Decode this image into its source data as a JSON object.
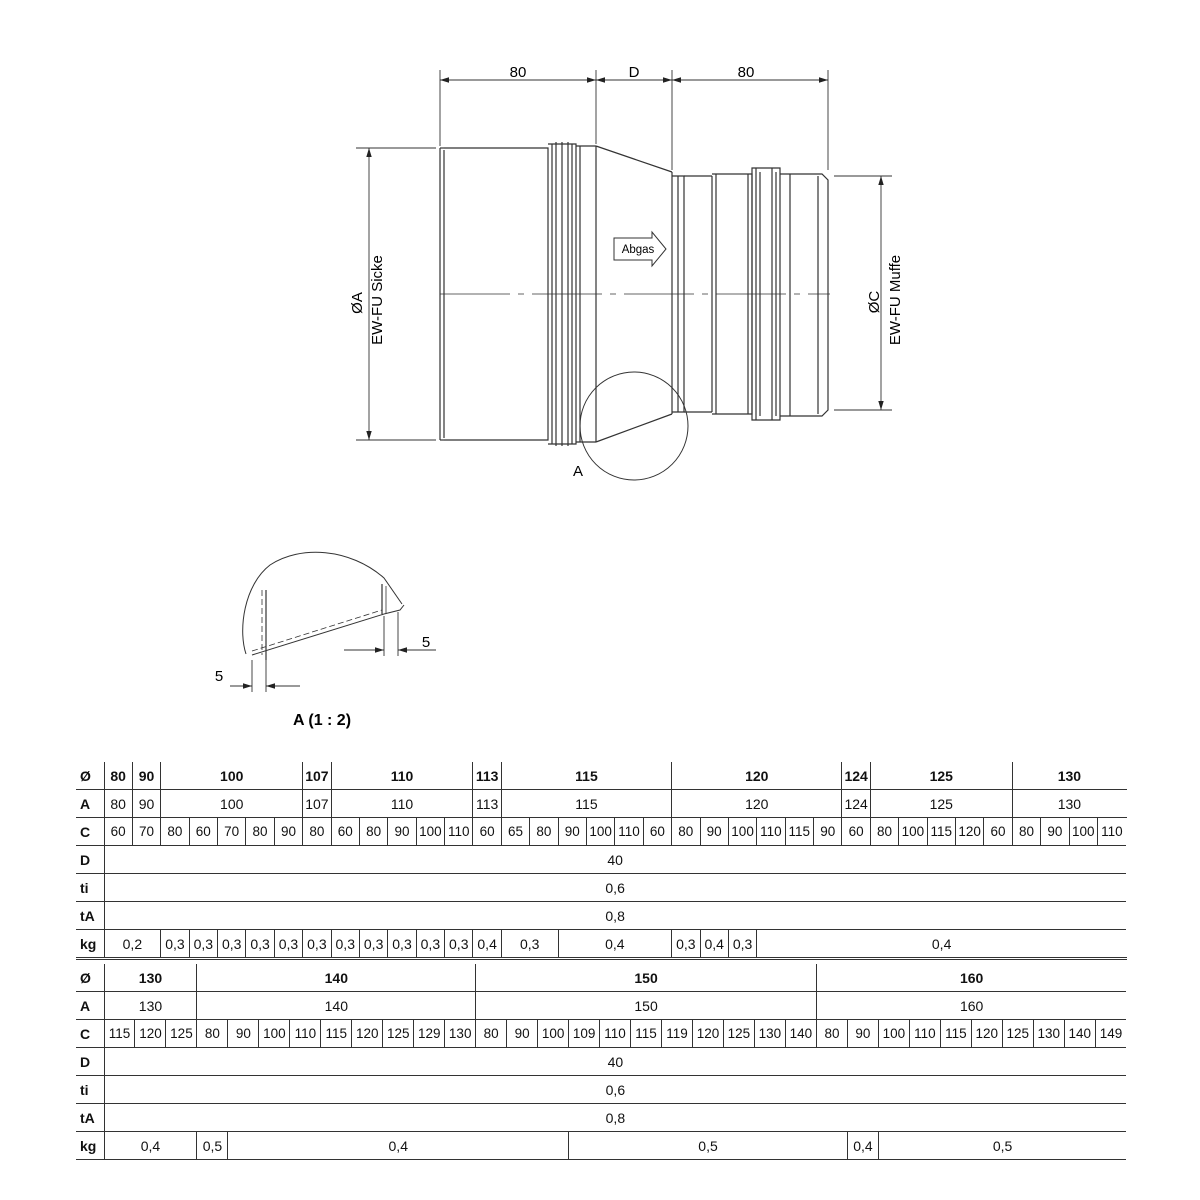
{
  "drawing": {
    "dim_top_left": "80",
    "dim_top_middle": "D",
    "dim_top_right": "80",
    "label_phi_a": "ØA",
    "label_left_part": "EW-FU Sicke",
    "label_phi_c": "ØC",
    "label_right_part": "EW-FU Muffe",
    "flow_label": "Abgas",
    "detail_marker": "A",
    "detail_dim_left": "5",
    "detail_dim_right": "5",
    "detail_title": "A (1 : 2)"
  },
  "tables": [
    {
      "rows": [
        {
          "label": "Ø",
          "bold": true,
          "cells": [
            {
              "t": "80",
              "s": 1
            },
            {
              "t": "90",
              "s": 1
            },
            {
              "t": "100",
              "s": 5
            },
            {
              "t": "107",
              "s": 1
            },
            {
              "t": "110",
              "s": 5
            },
            {
              "t": "113",
              "s": 1
            },
            {
              "t": "115",
              "s": 6
            },
            {
              "t": "120",
              "s": 6
            },
            {
              "t": "124",
              "s": 1
            },
            {
              "t": "125",
              "s": 5
            },
            {
              "t": "130",
              "s": 5
            }
          ]
        },
        {
          "label": "A",
          "bold": false,
          "cells": [
            {
              "t": "80",
              "s": 1
            },
            {
              "t": "90",
              "s": 1
            },
            {
              "t": "100",
              "s": 5
            },
            {
              "t": "107",
              "s": 1
            },
            {
              "t": "110",
              "s": 5
            },
            {
              "t": "113",
              "s": 1
            },
            {
              "t": "115",
              "s": 6
            },
            {
              "t": "120",
              "s": 6
            },
            {
              "t": "124",
              "s": 1
            },
            {
              "t": "125",
              "s": 5
            },
            {
              "t": "130",
              "s": 5
            }
          ]
        },
        {
          "label": "C",
          "bold": false,
          "cells": [
            {
              "t": "60",
              "s": 1
            },
            {
              "t": "70",
              "s": 1
            },
            {
              "t": "80",
              "s": 1
            },
            {
              "t": "60",
              "s": 1
            },
            {
              "t": "70",
              "s": 1
            },
            {
              "t": "80",
              "s": 1
            },
            {
              "t": "90",
              "s": 1
            },
            {
              "t": "80",
              "s": 1
            },
            {
              "t": "60",
              "s": 1
            },
            {
              "t": "80",
              "s": 1
            },
            {
              "t": "90",
              "s": 1
            },
            {
              "t": "100",
              "s": 1
            },
            {
              "t": "110",
              "s": 1
            },
            {
              "t": "60",
              "s": 1
            },
            {
              "t": "65",
              "s": 1
            },
            {
              "t": "80",
              "s": 1
            },
            {
              "t": "90",
              "s": 1
            },
            {
              "t": "100",
              "s": 1
            },
            {
              "t": "110",
              "s": 1
            },
            {
              "t": "60",
              "s": 1
            },
            {
              "t": "80",
              "s": 1
            },
            {
              "t": "90",
              "s": 1
            },
            {
              "t": "100",
              "s": 1
            },
            {
              "t": "110",
              "s": 1
            },
            {
              "t": "115",
              "s": 1
            },
            {
              "t": "90",
              "s": 1
            },
            {
              "t": "60",
              "s": 1
            },
            {
              "t": "80",
              "s": 1
            },
            {
              "t": "100",
              "s": 1
            },
            {
              "t": "115",
              "s": 1
            },
            {
              "t": "120",
              "s": 1
            },
            {
              "t": "60",
              "s": 1
            },
            {
              "t": "80",
              "s": 1
            },
            {
              "t": "90",
              "s": 1
            },
            {
              "t": "100",
              "s": 1
            },
            {
              "t": "110",
              "s": 1
            }
          ]
        },
        {
          "label": "D",
          "bold": false,
          "cells": [
            {
              "t": "40",
              "s": 36
            }
          ]
        },
        {
          "label": "ti",
          "bold": false,
          "cells": [
            {
              "t": "0,6",
              "s": 36
            }
          ]
        },
        {
          "label": "tA",
          "bold": false,
          "cells": [
            {
              "t": "0,8",
              "s": 36
            }
          ]
        },
        {
          "label": "kg",
          "bold": false,
          "cells": [
            {
              "t": "0,2",
              "s": 2
            },
            {
              "t": "0,3",
              "s": 1
            },
            {
              "t": "0,3",
              "s": 1
            },
            {
              "t": "0,3",
              "s": 1
            },
            {
              "t": "0,3",
              "s": 1
            },
            {
              "t": "0,3",
              "s": 1
            },
            {
              "t": "0,3",
              "s": 1
            },
            {
              "t": "0,3",
              "s": 1
            },
            {
              "t": "0,3",
              "s": 1
            },
            {
              "t": "0,3",
              "s": 1
            },
            {
              "t": "0,3",
              "s": 1
            },
            {
              "t": "0,3",
              "s": 1
            },
            {
              "t": "0,4",
              "s": 1
            },
            {
              "t": "0,3",
              "s": 2
            },
            {
              "t": "0,4",
              "s": 4
            },
            {
              "t": "0,3",
              "s": 1
            },
            {
              "t": "0,4",
              "s": 1
            },
            {
              "t": "0,3",
              "s": 1
            },
            {
              "t": "0,4",
              "s": 14
            }
          ]
        }
      ]
    },
    {
      "rows": [
        {
          "label": "Ø",
          "bold": true,
          "cells": [
            {
              "t": "130",
              "s": 3
            },
            {
              "t": "140",
              "s": 9
            },
            {
              "t": "150",
              "s": 11
            },
            {
              "t": "160",
              "s": 10
            }
          ]
        },
        {
          "label": "A",
          "bold": false,
          "cells": [
            {
              "t": "130",
              "s": 3
            },
            {
              "t": "140",
              "s": 9
            },
            {
              "t": "150",
              "s": 11
            },
            {
              "t": "160",
              "s": 10
            }
          ]
        },
        {
          "label": "C",
          "bold": false,
          "cells": [
            {
              "t": "115",
              "s": 1
            },
            {
              "t": "120",
              "s": 1
            },
            {
              "t": "125",
              "s": 1
            },
            {
              "t": "80",
              "s": 1
            },
            {
              "t": "90",
              "s": 1
            },
            {
              "t": "100",
              "s": 1
            },
            {
              "t": "110",
              "s": 1
            },
            {
              "t": "115",
              "s": 1
            },
            {
              "t": "120",
              "s": 1
            },
            {
              "t": "125",
              "s": 1
            },
            {
              "t": "129",
              "s": 1
            },
            {
              "t": "130",
              "s": 1
            },
            {
              "t": "80",
              "s": 1
            },
            {
              "t": "90",
              "s": 1
            },
            {
              "t": "100",
              "s": 1
            },
            {
              "t": "109",
              "s": 1
            },
            {
              "t": "110",
              "s": 1
            },
            {
              "t": "115",
              "s": 1
            },
            {
              "t": "119",
              "s": 1
            },
            {
              "t": "120",
              "s": 1
            },
            {
              "t": "125",
              "s": 1
            },
            {
              "t": "130",
              "s": 1
            },
            {
              "t": "140",
              "s": 1
            },
            {
              "t": "80",
              "s": 1
            },
            {
              "t": "90",
              "s": 1
            },
            {
              "t": "100",
              "s": 1
            },
            {
              "t": "110",
              "s": 1
            },
            {
              "t": "115",
              "s": 1
            },
            {
              "t": "120",
              "s": 1
            },
            {
              "t": "125",
              "s": 1
            },
            {
              "t": "130",
              "s": 1
            },
            {
              "t": "140",
              "s": 1
            },
            {
              "t": "149",
              "s": 1
            }
          ]
        },
        {
          "label": "D",
          "bold": false,
          "cells": [
            {
              "t": "40",
              "s": 33
            }
          ]
        },
        {
          "label": "ti",
          "bold": false,
          "cells": [
            {
              "t": "0,6",
              "s": 33
            }
          ]
        },
        {
          "label": "tA",
          "bold": false,
          "cells": [
            {
              "t": "0,8",
              "s": 33
            }
          ]
        },
        {
          "label": "kg",
          "bold": false,
          "cells": [
            {
              "t": "0,4",
              "s": 3
            },
            {
              "t": "0,5",
              "s": 1
            },
            {
              "t": "0,4",
              "s": 11
            },
            {
              "t": "0,5",
              "s": 9
            },
            {
              "t": "0,4",
              "s": 1
            },
            {
              "t": "0,5",
              "s": 8
            }
          ]
        }
      ]
    }
  ]
}
